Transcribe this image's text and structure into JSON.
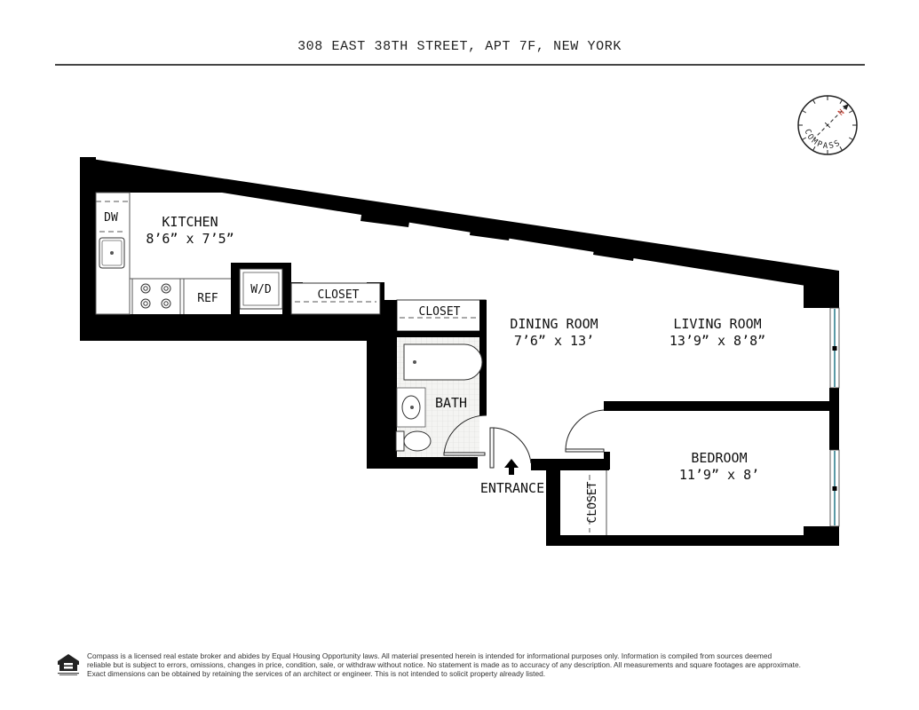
{
  "header": {
    "title": "308 EAST 38TH STREET, APT 7F, NEW YORK"
  },
  "compass": {
    "label": "COMPASS",
    "north_label": "N",
    "north_color": "#c0392b"
  },
  "rooms": {
    "kitchen": {
      "name": "KITCHEN",
      "dims": "8’6” x 7’5”"
    },
    "dining_room": {
      "name": "DINING ROOM",
      "dims": "7’6” x 13’"
    },
    "living_room": {
      "name": "LIVING ROOM",
      "dims": "13’9” x 8’8”"
    },
    "bedroom": {
      "name": "BEDROOM",
      "dims": "11’9” x 8’"
    },
    "bath": {
      "name": "BATH"
    }
  },
  "fixtures": {
    "dishwasher": "DW",
    "refrigerator": "REF",
    "washer_dryer": "W/D",
    "kitchen_closet": "CLOSET",
    "hall_closet": "CLOSET",
    "bedroom_closet": "CLOSET"
  },
  "entrance": {
    "label": "ENTRANCE"
  },
  "colors": {
    "wall": "#000000",
    "window": "#5a9aa6",
    "bath_floor": "#f1f1ef"
  },
  "footer": {
    "logo": "equal-housing-opportunity-logo",
    "disclaimer_lines": [
      "Compass is a licensed real estate broker and abides by Equal Housing Opportunity laws. All material presented herein is intended for informational purposes only. Information is compiled from sources deemed",
      "reliable but is subject to errors, omissions, changes in price, condition, sale, or withdraw without notice. No statement is made as to accuracy of any description. All measurements and square footages are approximate.",
      "Exact dimensions can be obtained by retaining the services of an architect or engineer. This is not intended to solicit property already listed."
    ]
  }
}
